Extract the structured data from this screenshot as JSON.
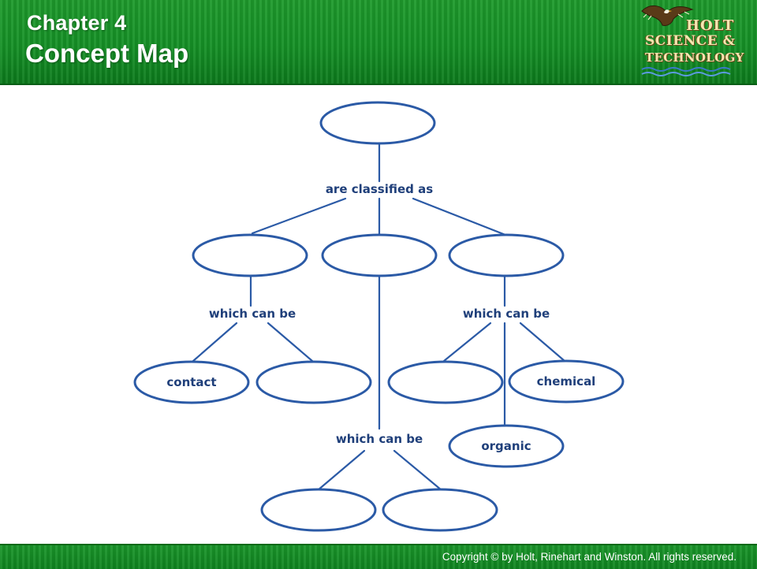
{
  "header": {
    "chapter": "Chapter 4",
    "title": "Concept Map",
    "background_color": "#159126"
  },
  "logo": {
    "line1": "HOLT",
    "line2": "SCIENCE &",
    "line3": "TECHNOLOGY",
    "icon": "eagle-icon"
  },
  "concept_map": {
    "node_color": "#2b5aa6",
    "text_color": "#1f3f7a",
    "links": {
      "root_link": "are classified as",
      "left_link": "which can be",
      "right_link": "which can be",
      "center_link": "which can be"
    },
    "nodes": {
      "root": "",
      "left": "",
      "center": "",
      "right": "",
      "left_child_1": "contact",
      "left_child_2": "",
      "right_child_1": "",
      "right_child_2": "chemical",
      "right_child_3": "organic",
      "center_child_1": "",
      "center_child_2": ""
    }
  },
  "footer": {
    "copyright": "Copyright © by Holt, Rinehart and Winston. All rights reserved."
  }
}
